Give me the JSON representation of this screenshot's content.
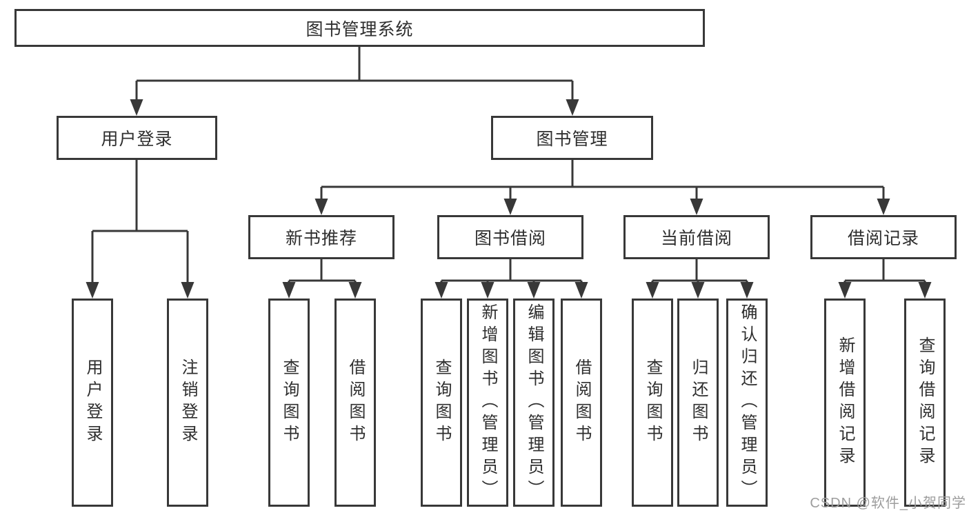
{
  "diagram": {
    "root": {
      "label": "图书管理系统"
    },
    "level2": [
      {
        "label": "用户登录",
        "children": [
          {
            "label": "用户登录"
          },
          {
            "label": "注销登录"
          }
        ]
      },
      {
        "label": "图书管理",
        "children": [
          {
            "label": "新书推荐",
            "children": [
              {
                "label": "查询图书"
              },
              {
                "label": "借阅图书"
              }
            ]
          },
          {
            "label": "图书借阅",
            "children": [
              {
                "label": "查询图书"
              },
              {
                "label": "新增图书（管理员）"
              },
              {
                "label": "编辑图书（管理员）"
              },
              {
                "label": "借阅图书"
              }
            ]
          },
          {
            "label": "当前借阅",
            "children": [
              {
                "label": "查询图书"
              },
              {
                "label": "归还图书"
              },
              {
                "label": "确认归还（管理员）"
              }
            ]
          },
          {
            "label": "借阅记录",
            "children": [
              {
                "label": "新增借阅记录"
              },
              {
                "label": "查询借阅记录"
              }
            ]
          }
        ]
      }
    ]
  },
  "watermark": "CSDN @软件_小贺同学",
  "colors": {
    "line": "#383838",
    "box_border": "#383838",
    "text": "#2e2e2e",
    "watermark": "#9d9d9d",
    "background": "#ffffff"
  }
}
